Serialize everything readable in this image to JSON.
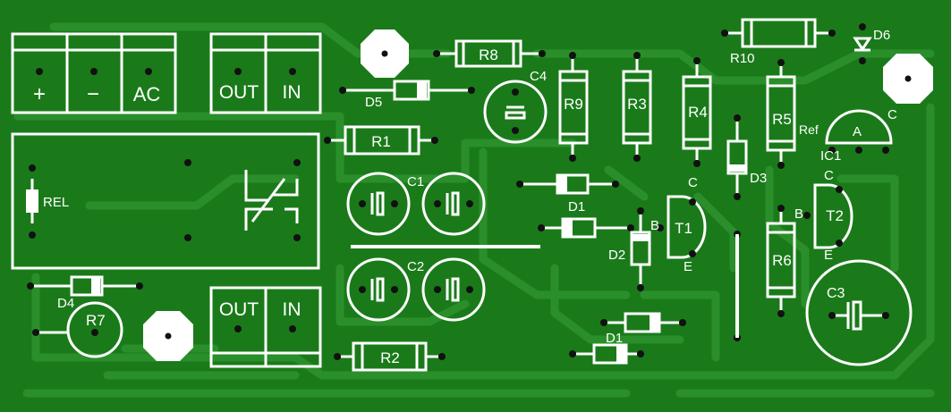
{
  "board": {
    "background": "#1a7a1a",
    "trace_color": "#2a8f2a",
    "silk_color": "#ffffff",
    "pad_color": "#111111"
  },
  "terminals": {
    "power": {
      "labels": [
        "+",
        "−",
        "AC"
      ]
    },
    "out_in_top": {
      "labels": [
        "OUT",
        "IN"
      ]
    },
    "out_in_bottom": {
      "labels": [
        "OUT",
        "IN"
      ]
    }
  },
  "relay": {
    "label": "REL"
  },
  "components": {
    "r1": "R1",
    "r2": "R2",
    "r3": "R3",
    "r4": "R4",
    "r5": "R5",
    "r6": "R6",
    "r7": "R7",
    "r8": "R8",
    "r9": "R9",
    "r10": "R10",
    "c1": "C1",
    "c2": "C2",
    "c3": "C3",
    "c4": "C4",
    "d1a": "D1",
    "d1b": "D1",
    "d2": "D2",
    "d3": "D3",
    "d4": "D4",
    "d5": "D5",
    "d6": "D6",
    "t1": "T1",
    "t2": "T2",
    "ic1": "IC1"
  },
  "pin_labels": {
    "t1_b": "B",
    "t1_c": "C",
    "t1_e": "E",
    "t2_b": "B",
    "t2_c": "C",
    "t2_e": "E",
    "ic1_a": "A",
    "ic1_ref": "Ref",
    "ic1_c": "C"
  },
  "icons": [
    "mounting-hole-icon",
    "relay-switch-icon",
    "capacitor-icon"
  ]
}
